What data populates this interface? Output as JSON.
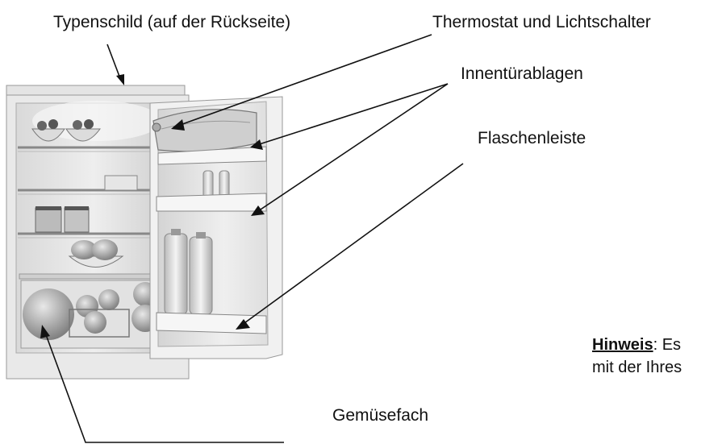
{
  "callouts": {
    "typenschild": "Typenschild (auf der Rückseite)",
    "thermostat": "Thermostat und Lichtschalter",
    "innentuerablagen": "Innentürablagen",
    "flaschenleiste": "Flaschenleiste",
    "gemuesefach": "Gemüsefach"
  },
  "note": {
    "lead": "Hinweis",
    "line1_rest": ": Es",
    "line2": "mit der Ihres"
  }
}
